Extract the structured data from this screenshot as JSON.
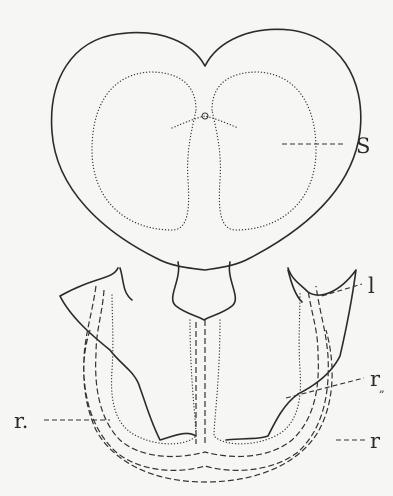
{
  "labels": {
    "s": "S",
    "l": "l",
    "r_left": "r.",
    "r_right_base": "r",
    "r_right_sub": "„",
    "r_bottom": "r"
  }
}
